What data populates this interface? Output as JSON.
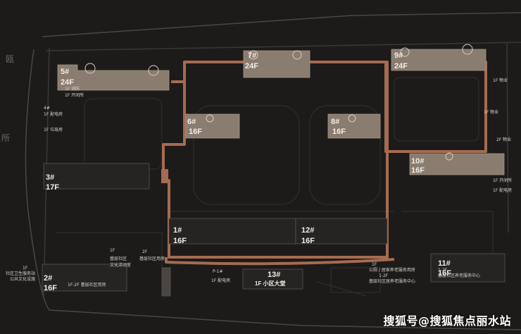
{
  "colors": {
    "background": "#1c1b1a",
    "building_fill": "#8a7c6e",
    "route_brown": "#a56b51",
    "label_bg": "#2a2624",
    "lines": "#4a4744"
  },
  "edge_labels": {
    "top_left": "瓯",
    "left": "所"
  },
  "buildings": {
    "b5": {
      "num": "5#",
      "floors": "24F"
    },
    "b7": {
      "num": "7#",
      "floors": "24F"
    },
    "b9": {
      "num": "9#",
      "floors": "24F"
    },
    "b6": {
      "num": "6#",
      "floors": "16F"
    },
    "b8": {
      "num": "8#",
      "floors": "16F"
    },
    "b10": {
      "num": "10#",
      "floors": "16F"
    },
    "b3": {
      "num": "3#",
      "floors": "17F"
    },
    "b1": {
      "num": "1#",
      "floors": "16F"
    },
    "b12": {
      "num": "12#",
      "floors": "16F"
    },
    "b2": {
      "num": "2#",
      "floors": "16F"
    },
    "b11": {
      "num": "11#",
      "floors": "16F"
    },
    "b13": {
      "num": "13#",
      "floors": "1F 小区大堂"
    }
  },
  "notes": {
    "n1": "1F 消防",
    "n2": "1F 开闭所",
    "n3": "4#",
    "n4": "1F 配电房",
    "n5": "1F 垃圾房",
    "n6": "1F 物业",
    "n7": "1F 物业",
    "n8": "2F 物业",
    "n9": "1F 开闭所",
    "n10": "1F 配电房",
    "n11": "1F",
    "n12": "社区卫生服务站",
    "n13": "公共文化设施",
    "n14": "1F-2F 基层社区用房",
    "n15": "1F",
    "n16": "基层社区",
    "n17": "文化活动室",
    "n18": "2F",
    "n19": "基层社区用房",
    "n20": "P-1#",
    "n21": "1F 配电房",
    "n22": "1F",
    "n23": "公厕 / 居家养老服务用房",
    "n24": "1-2F",
    "n25": "基层社区居养老服务中心",
    "n26": "1-2F",
    "n27": "基层社区养老服务中心"
  },
  "watermark": "搜狐号@搜狐焦点丽水站"
}
